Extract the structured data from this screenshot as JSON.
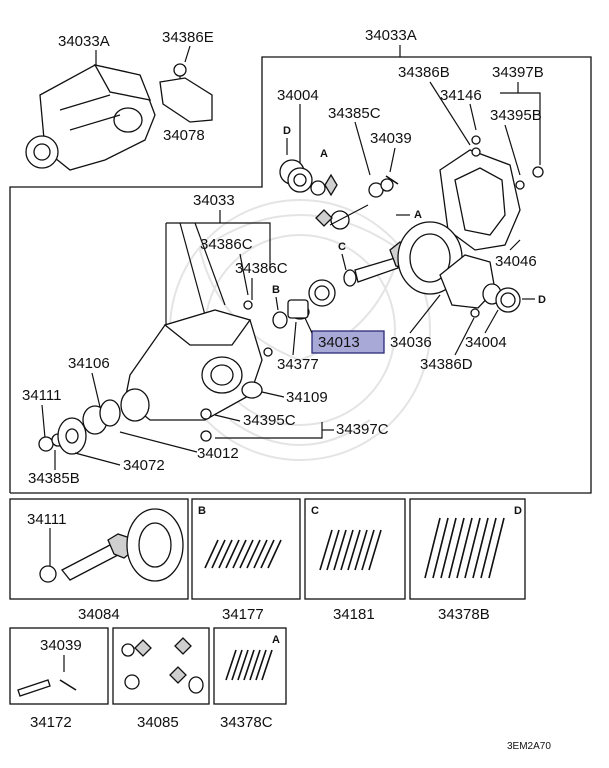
{
  "labels": {
    "p34033A_top": "34033A",
    "p34386E": "34386E",
    "p34078": "34078",
    "p34033A_main": "34033A",
    "p34386B": "34386B",
    "p34397B": "34397B",
    "p34004_top": "34004",
    "p34385C": "34385C",
    "p34146": "34146",
    "p34395B": "34395B",
    "p34039_top": "34039",
    "p34046": "34046",
    "p34033": "34033",
    "p34386C_1": "34386C",
    "p34386C_2": "34386C",
    "p34013": "34013",
    "p34036": "34036",
    "p34004_bot": "34004",
    "p34377": "34377",
    "p34386D": "34386D",
    "p34106": "34106",
    "p34109": "34109",
    "p34111_main": "34111",
    "p34395C": "34395C",
    "p34397C": "34397C",
    "p34012": "34012",
    "p34385B": "34385B",
    "p34072": "34072",
    "p34111_box": "34111",
    "p34084": "34084",
    "p34177": "34177",
    "p34181": "34181",
    "p34378B": "34378B",
    "p34039_box": "34039",
    "p34172": "34172",
    "p34085": "34085",
    "p34378C": "34378C"
  },
  "callouts": {
    "A": "A",
    "B": "B",
    "C": "C",
    "D": "D"
  },
  "diagram_code": "3EM2A70",
  "highlight_color": "#a9a9d8"
}
